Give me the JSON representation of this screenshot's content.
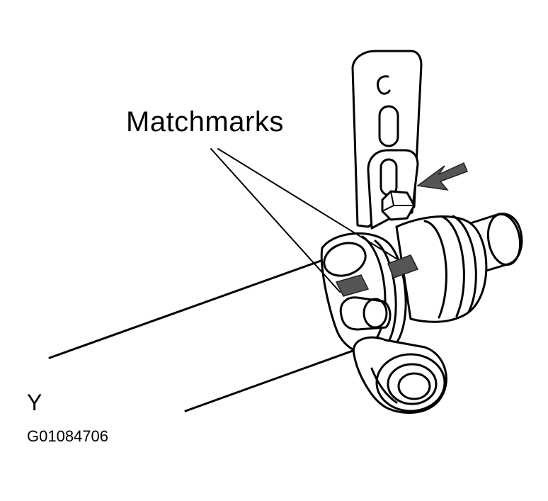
{
  "diagram": {
    "callout_label": "Matchmarks",
    "view_letter": "Y",
    "figure_id": "G01084706",
    "icons": [
      "matchmark-arrow",
      "bolt-arrow"
    ],
    "colors": {
      "line": "#000000",
      "arrow_fill": "#555555",
      "background": "#ffffff"
    }
  }
}
